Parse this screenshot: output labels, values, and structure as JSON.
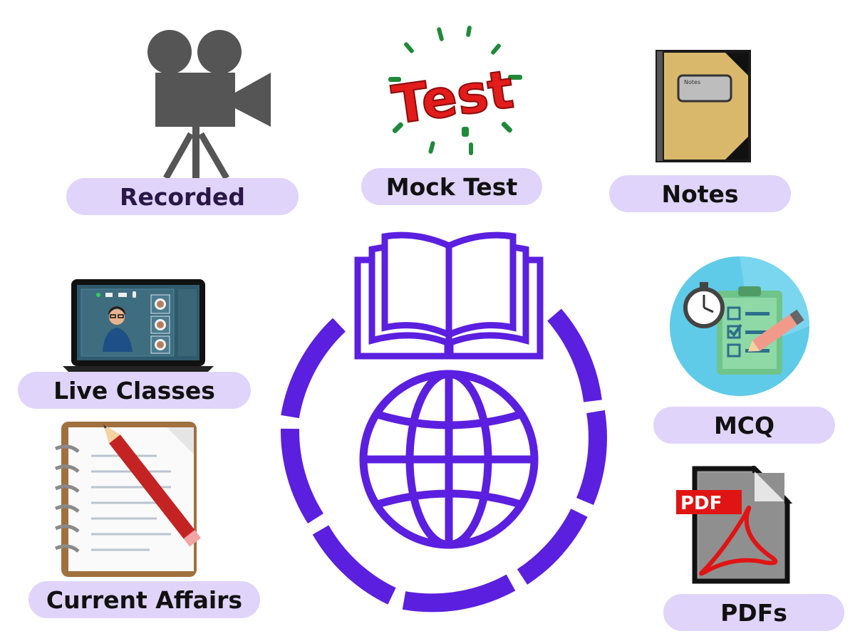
{
  "labels": {
    "recorded": "Recorded",
    "mock_test": "Mock Test",
    "notes": "Notes",
    "live_classes": "Live Classes",
    "mcq": "MCQ",
    "current_affairs": "Current Affairs",
    "pdfs": "PDFs"
  },
  "icon_text": {
    "test_word": "Test",
    "notes_cover": "Notes",
    "pdf_tag": "PDF"
  },
  "colors": {
    "accent_purple": "#5b1fe0",
    "pill_background": "#e0d4fb"
  },
  "icons": [
    "video-camera-icon",
    "mock-test-icon",
    "notebook-icon",
    "online-class-laptop-icon",
    "mcq-checklist-icon",
    "notepad-pencil-icon",
    "pdf-file-icon",
    "book-globe-icon"
  ]
}
